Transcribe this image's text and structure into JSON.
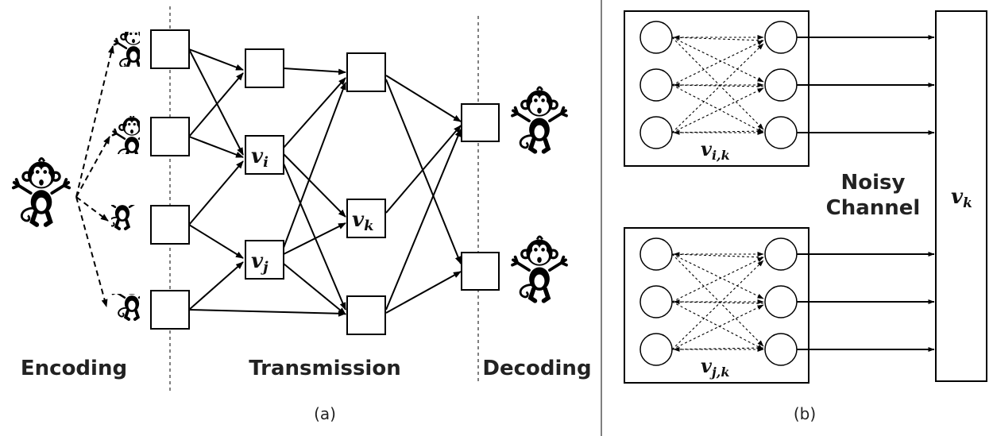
{
  "panel_a": {
    "stage_labels": {
      "encoding": "Encoding",
      "transmission": "Transmission",
      "decoding": "Decoding"
    },
    "node_labels": {
      "vi_base": "v",
      "vi_sub": "i",
      "vj_base": "v",
      "vj_sub": "j",
      "vk_base": "v",
      "vk_sub": "k"
    },
    "caption": "(a)"
  },
  "panel_b": {
    "top_block": {
      "label_base": "v",
      "label_sub": "i,k"
    },
    "bottom_block": {
      "label_base": "v",
      "label_sub": "j,k"
    },
    "channel_label_line1": "Noisy",
    "channel_label_line2": "Channel",
    "receiver": {
      "label_base": "v",
      "label_sub": "k"
    },
    "caption": "(b)"
  },
  "icons": [
    "monkey-icon"
  ]
}
